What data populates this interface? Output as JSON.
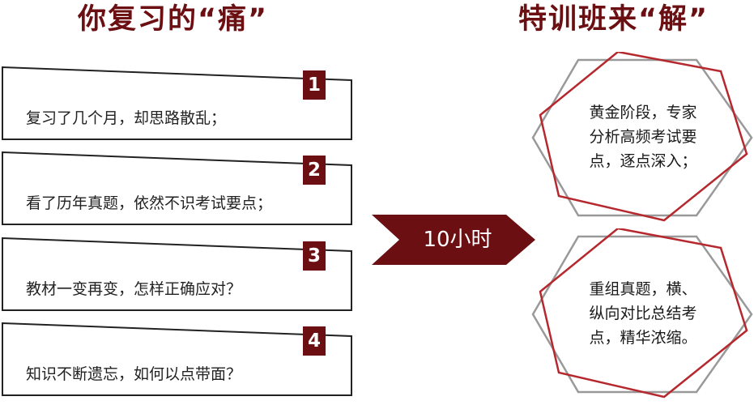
{
  "left_heading": "你复习的“痛”",
  "right_heading": "特训班来“解”",
  "pain_points": [
    {
      "number": "1",
      "text": "复习了几个月，却思路散乱；"
    },
    {
      "number": "2",
      "text": "看了历年真题，依然不识考试要点；"
    },
    {
      "number": "3",
      "text": "教材一变再变，怎样正确应对？"
    },
    {
      "number": "4",
      "text": "知识不断遗忘，如何以点带面？"
    }
  ],
  "arrow_label": "10小时",
  "solutions": [
    {
      "lines": [
        "黄金阶段，专家",
        "分析高频考试要",
        "点，逐点深入；"
      ]
    },
    {
      "lines": [
        "重组真题，横、",
        "纵向对比总结考",
        "点，精华浓缩。"
      ]
    }
  ],
  "colors": {
    "accent": "#6b0f12",
    "outline_red": "#b5282e",
    "outline_gray": "#999999",
    "text": "#222222"
  }
}
